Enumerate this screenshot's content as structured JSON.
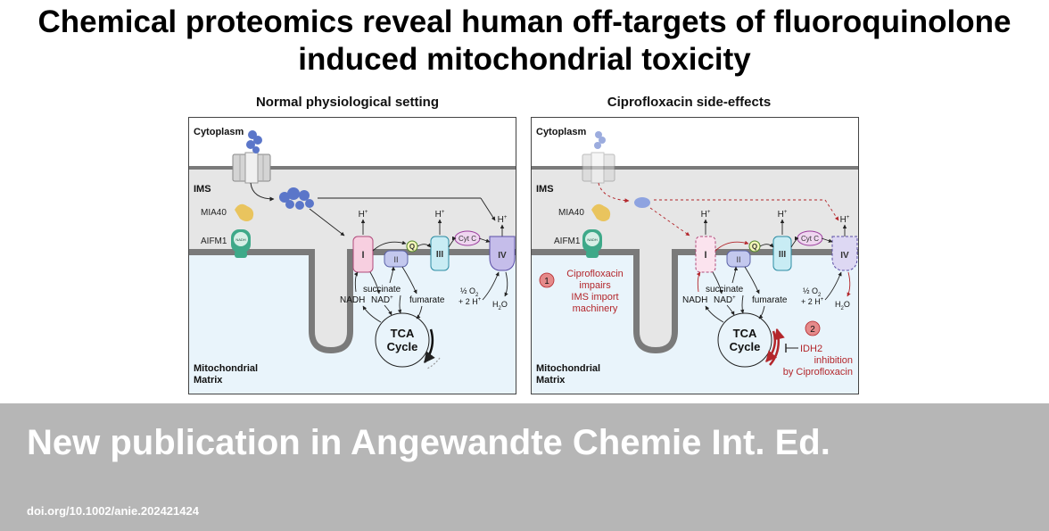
{
  "title": {
    "line1": "Chemical proteomics reveal human off-targets of fluoroquinolone",
    "line2": "induced mitochondrial toxicity"
  },
  "panels": [
    {
      "heading": "Normal physiological setting",
      "labels": {
        "cytoplasm": "Cytoplasm",
        "ims": "IMS",
        "mia40": "MIA40",
        "aifm1": "AIFM1",
        "nadh_small": "NADH",
        "hplus": "H",
        "complex_1": "I",
        "complex_2": "II",
        "complex_3": "III",
        "complex_4": "IV",
        "q": "Q",
        "cytc": "Cyt C",
        "succinate": "succinate",
        "fumarate": "fumarate",
        "nadh": "NADH",
        "nad": "NAD",
        "o2": "½ O",
        "two_h": "+ 2 H",
        "h2o": "H",
        "tca_1": "TCA",
        "tca_2": "Cycle",
        "matrix_1": "Mitochondrial",
        "matrix_2": "Matrix"
      }
    },
    {
      "heading": "Ciprofloxacin side-effects",
      "labels": {
        "cytoplasm": "Cytoplasm",
        "ims": "IMS",
        "mia40": "MIA40",
        "aifm1": "AIFM1",
        "nadh_small": "NADH",
        "hplus": "H",
        "complex_1": "I",
        "complex_2": "II",
        "complex_3": "III",
        "complex_4": "IV",
        "q": "Q",
        "cytc": "Cyt C",
        "succinate": "succinate",
        "fumarate": "fumarate",
        "nadh": "NADH",
        "nad": "NAD",
        "o2": "½ O",
        "two_h": "+ 2 H",
        "h2o": "H",
        "tca_1": "TCA",
        "tca_2": "Cycle",
        "matrix_1": "Mitochondrial",
        "matrix_2": "Matrix",
        "step1_num": "1",
        "step1_l1": "Ciprofloxacin",
        "step1_l2": "impairs",
        "step1_l3": "IMS import",
        "step1_l4": "machinery",
        "step2_num": "2",
        "step2_l1": "IDH2",
        "step2_l2": "inhibition",
        "step2_l3": "by Ciprofloxacin"
      }
    }
  ],
  "banner": {
    "title": "New publication in Angewandte Chemie Int. Ed.",
    "doi": "doi.org/10.1002/anie.202421424"
  },
  "colors": {
    "membrane": "#7a7a7a",
    "matrix": "#e9f4fb",
    "ims": "#e6e6e6",
    "complex_1": "#f7cfe0",
    "complex_2": "#c3c8ee",
    "complex_3": "#c8ecf4",
    "complex_4": "#c5bdea",
    "accent_red": "#b3262b"
  }
}
